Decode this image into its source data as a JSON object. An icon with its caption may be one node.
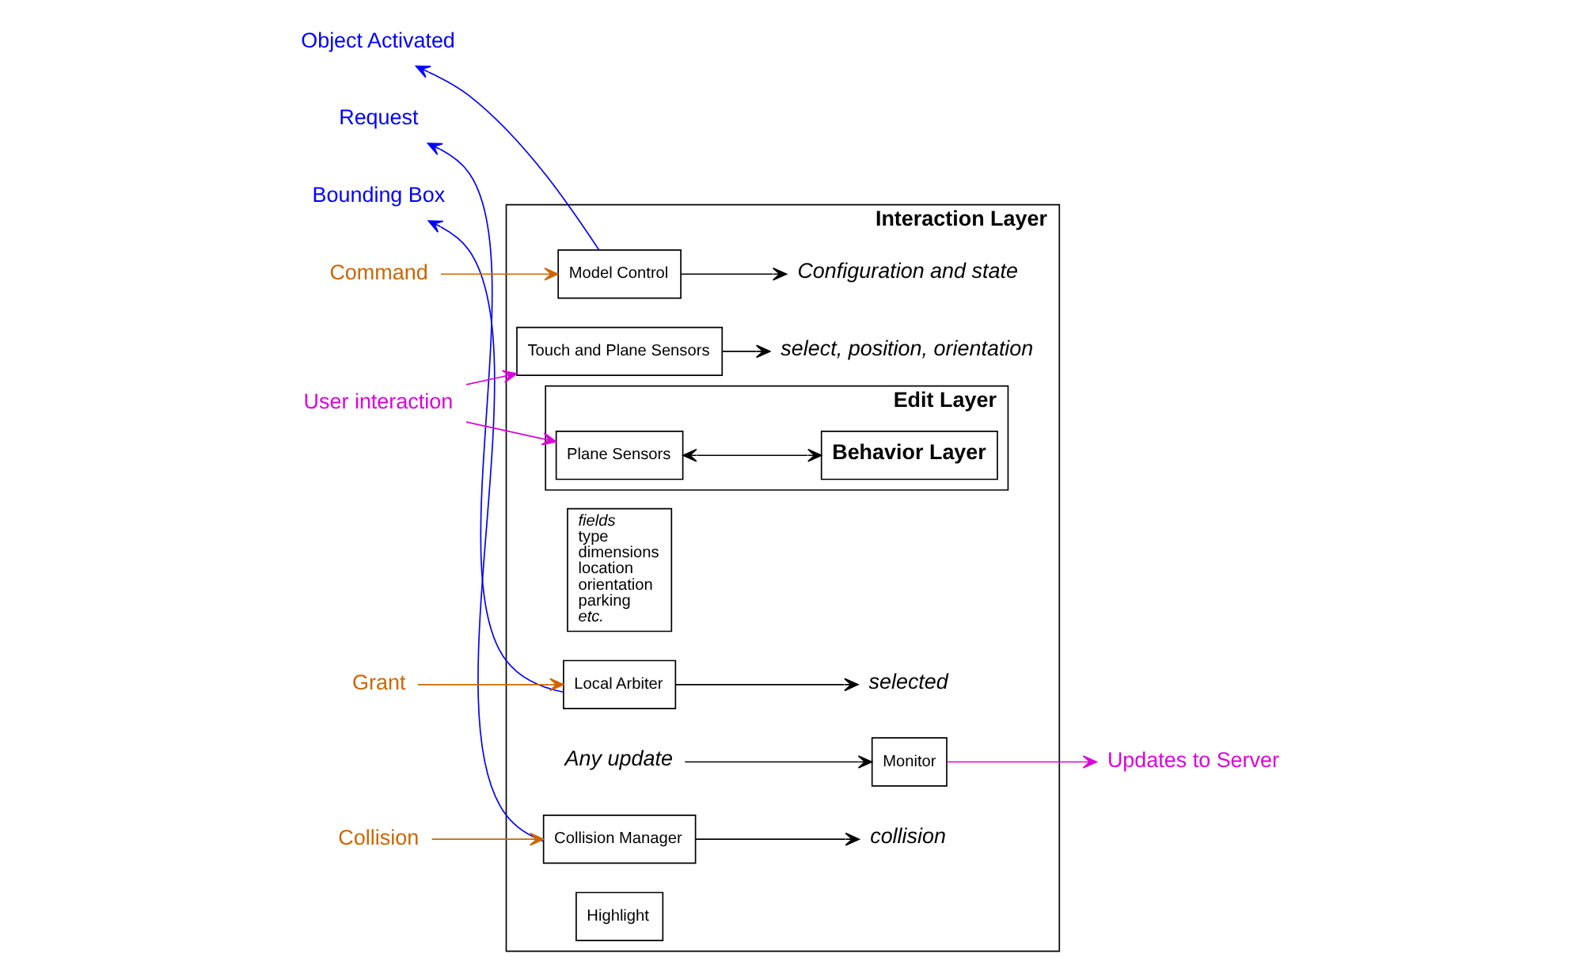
{
  "diagram": {
    "nodes": [
      {
        "text": [
          "Interaction Layer"
        ]
      },
      {
        "text": [
          "Object Activated"
        ]
      },
      {
        "text": [
          "Command"
        ]
      },
      {
        "text": [
          "Model Control"
        ],
        "in": 0
      },
      {
        "text": [
          "Configuration and state"
        ],
        "in": 0
      },
      {
        "text": [
          "User interaction"
        ]
      },
      {
        "text": [
          "Touch and Plane Sensors"
        ],
        "in": 0
      },
      {
        "text": [
          "select, position, orientation"
        ],
        "in": 0
      },
      {
        "text": [
          "fields",
          "type",
          "dimensions",
          "location",
          "orientation",
          "parking",
          "etc."
        ],
        "in": 0
      },
      {
        "text": [
          "Edit Layer"
        ],
        "in": 0
      },
      {
        "text": [
          "Plane Sensors"
        ],
        "in": 9
      },
      {
        "text": [
          "Behavior Layer"
        ],
        "in": 9
      },
      {
        "text": [
          "Request"
        ]
      },
      {
        "text": [
          "Grant"
        ]
      },
      {
        "text": [
          "Local Arbiter"
        ],
        "in": 0
      },
      {
        "text": [
          "selected"
        ],
        "in": 0
      },
      {
        "text": [
          "Any update"
        ],
        "in": 0
      },
      {
        "text": [
          "Bounding Box"
        ]
      },
      {
        "text": [
          "Collision"
        ]
      },
      {
        "text": [
          "Collision Manager"
        ],
        "in": 0
      },
      {
        "text": [
          "collision"
        ],
        "in": 0
      },
      {
        "text": [
          "Highlight"
        ],
        "in": 0
      },
      {
        "text": [
          "Monitor"
        ],
        "in": 0
      },
      {
        "text": [
          "Updates to Server"
        ]
      }
    ],
    "edges": [
      {
        "from": 3,
        "to": 1,
        "arrow": "to",
        "color": "#0000ff"
      },
      {
        "from": 2,
        "to": 3,
        "arrow": "to",
        "color": "#cc6600"
      },
      {
        "from": 3,
        "to": 4,
        "arrow": "to"
      },
      {
        "from": 5,
        "to": 6,
        "arrow": "to",
        "color": "#dd00dd"
      },
      {
        "from": 5,
        "to": 10,
        "arrow": "to",
        "color": "#dd00dd"
      },
      {
        "from": 6,
        "to": 7,
        "arrow": "to"
      },
      {
        "from": 10,
        "to": 11,
        "arrow": "both"
      },
      {
        "from": 14,
        "to": 12,
        "arrow": "to",
        "color": "#0000ff"
      },
      {
        "from": 13,
        "to": 14,
        "arrow": "to",
        "color": "#cc6600"
      },
      {
        "from": 14,
        "to": 15,
        "arrow": "to"
      },
      {
        "from": 19,
        "to": 17,
        "arrow": "to",
        "color": "#0000ff"
      },
      {
        "from": 18,
        "to": 19,
        "arrow": "to",
        "color": "#cc6600"
      },
      {
        "from": 19,
        "to": 20,
        "arrow": "to"
      },
      {
        "from": 16,
        "to": 22,
        "arrow": "to"
      },
      {
        "from": 22,
        "to": 23,
        "arrow": "to",
        "color": "#dd00dd"
      }
    ]
  }
}
